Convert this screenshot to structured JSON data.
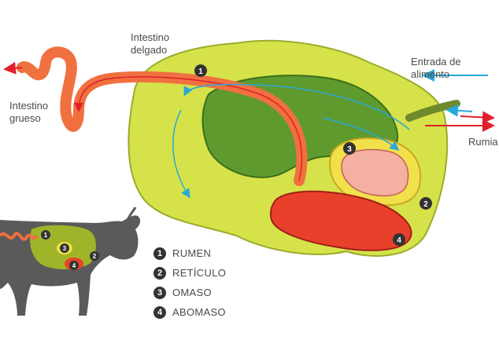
{
  "labels": {
    "small_intestine": "Intestino\ndelgado",
    "large_intestine": "Intestino\ngrueso",
    "food_entry": "Entrada de alimento",
    "rumination": "Rumia"
  },
  "legend": [
    {
      "num": "1",
      "label": "RUMEN"
    },
    {
      "num": "2",
      "label": "RETÍCULO"
    },
    {
      "num": "3",
      "label": "OMASO"
    },
    {
      "num": "4",
      "label": "ABOMASO"
    }
  ],
  "badges": [
    "1",
    "2",
    "3",
    "4"
  ],
  "colors": {
    "rumen": "#d6e24a",
    "rumen_inner": "#5f9a2e",
    "intestine": "#f07040",
    "omasum": "#f2e04a",
    "omasum_inner": "#f4b0a0",
    "abomasum": "#e8402a",
    "flow_blue": "#2aa8d8",
    "flow_red": "#e0202a",
    "cow": "#5a5a5a"
  }
}
